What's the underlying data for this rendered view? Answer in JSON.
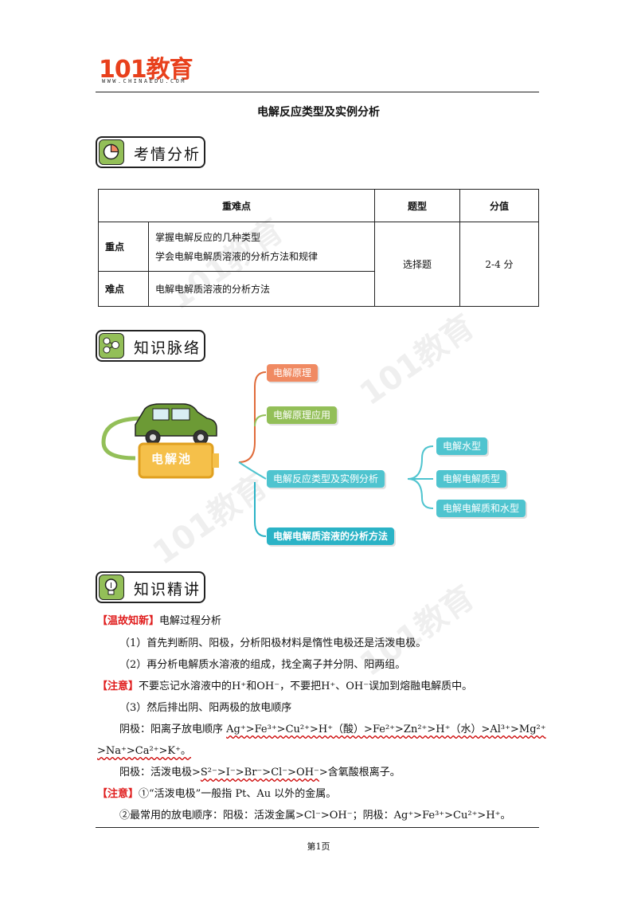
{
  "header": {
    "logo_main": "101教育",
    "logo_sub": "WWW.CHINAEDU.COM"
  },
  "doc_title": "电解反应类型及实例分析",
  "sections": {
    "s1": "考情分析",
    "s2": "知识脉络",
    "s3": "知识精讲"
  },
  "table": {
    "headers": [
      "重难点",
      "题型",
      "分值"
    ],
    "rows": [
      {
        "label": "重点",
        "lines": [
          "掌握电解反应的几种类型",
          "学会电解电解质溶液的分析方法和规律"
        ]
      },
      {
        "label": "难点",
        "lines": [
          "电解电解质溶液的分析方法"
        ]
      }
    ],
    "type": "选择题",
    "score": "2-4 分"
  },
  "mindmap": {
    "root": "电解池",
    "branches": [
      "电解原理",
      "电解原理应用",
      "电解反应类型及实例分析",
      "电解电解质溶液的分析方法"
    ],
    "sub": [
      "电解水型",
      "电解电解质型",
      "电解电解质和水型"
    ]
  },
  "content": {
    "l1_tag": "【温故知新】",
    "l1": "电解过程分析",
    "l2": "（1）首先判断阴、阳极，分析阳极材料是惰性电极还是活泼电极。",
    "l3": "（2）再分析电解质水溶液的组成，找全离子并分阴、阳两组。",
    "l4_tag": "【注意】",
    "l4": "不要忘记水溶液中的H⁺和OH⁻，不要把H⁺、OH⁻误加到熔融电解质中。",
    "l5": "（3）然后排出阴、阳两极的放电顺序",
    "l6_pre": "阴极：阳离子放电顺序 ",
    "l6": "Ag⁺>Fe³⁺>Cu²⁺>H⁺（酸）>Fe²⁺>Zn²⁺>H⁺（水）>Al³⁺>Mg²⁺",
    "l7": ">Na⁺>Ca²⁺>K⁺。",
    "l8_pre": "阳极：活泼电极>",
    "l8": "S²⁻>I⁻>Br⁻>Cl⁻>OH⁻",
    "l8_post": ">含氧酸根离子。",
    "l9_tag": "【注意】",
    "l9": "①“活泼电极”一般指 Pt、Au 以外的金属。",
    "l10": "②最常用的放电顺序：阳极：活泼金属>Cl⁻>OH⁻；阴极：Ag⁺>Fe³⁺>Cu²⁺>H⁺。"
  },
  "footer": "第1页",
  "colors": {
    "accent_red": "#e01e1e",
    "green": "#93bf58",
    "teal": "#4fc4cf",
    "orange": "#f08a62"
  }
}
